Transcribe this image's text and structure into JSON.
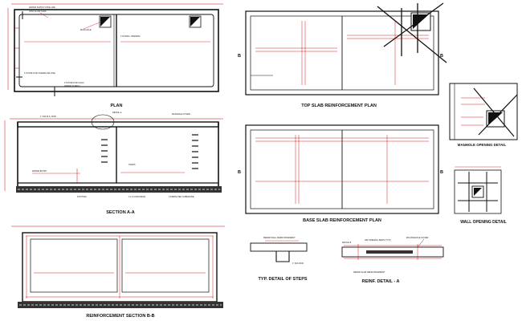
{
  "colors": {
    "ink": "#111111",
    "dimension": "#d40000",
    "paper": "#ffffff"
  },
  "plan": {
    "title": "PLAN",
    "notes": [
      "WATER SUPPLY PIPE LINE",
      "INTO FLOW TANK",
      "MAN HOLE",
      "1'/2\"WALL OPENING",
      "1\"0 PIPE FOR OVERFLOW LINE",
      "1\"0 PIPE FOR COLD",
      "WATER SUPPLY"
    ]
  },
  "section_aa": {
    "title": "SECTION A-A",
    "notes": [
      "DETAIL-A",
      "MANHOLE COVER",
      "1\" DIA M.S. ROD",
      "WATER ENTRY",
      "STEPS",
      "FOOTING",
      "1:2:4 CONCRETE",
      "COMPACTED SUBGRADE"
    ]
  },
  "top_slab": {
    "title": "TOP SLAB REINFORCEMENT PLAN",
    "labels": [
      "B",
      "B"
    ]
  },
  "base_slab": {
    "title": "BASE SLAB REINFORCEMENT PLAN",
    "labels": [
      "B",
      "B"
    ]
  },
  "manhole_detail": {
    "title": "MANHOLE OPENING DETAIL"
  },
  "wall_opening": {
    "title": "WALL OPENING DETAIL"
  },
  "section_bb": {
    "title": "REINFORCEMENT SECTION B-B"
  },
  "steps": {
    "title": "TYP. DETAIL OF STEPS",
    "notes": [
      "REFER WALL REINFORCEMENT",
      "1\" DIA ROD"
    ]
  },
  "reinf_a": {
    "title": "REINF. DETAIL - A",
    "notes": [
      "MS MANHOLE COVER",
      "2#4 OPENING BARS (TYP.)",
      "DETAIL B",
      "REFER SLAB REINFORCEMENT"
    ]
  }
}
